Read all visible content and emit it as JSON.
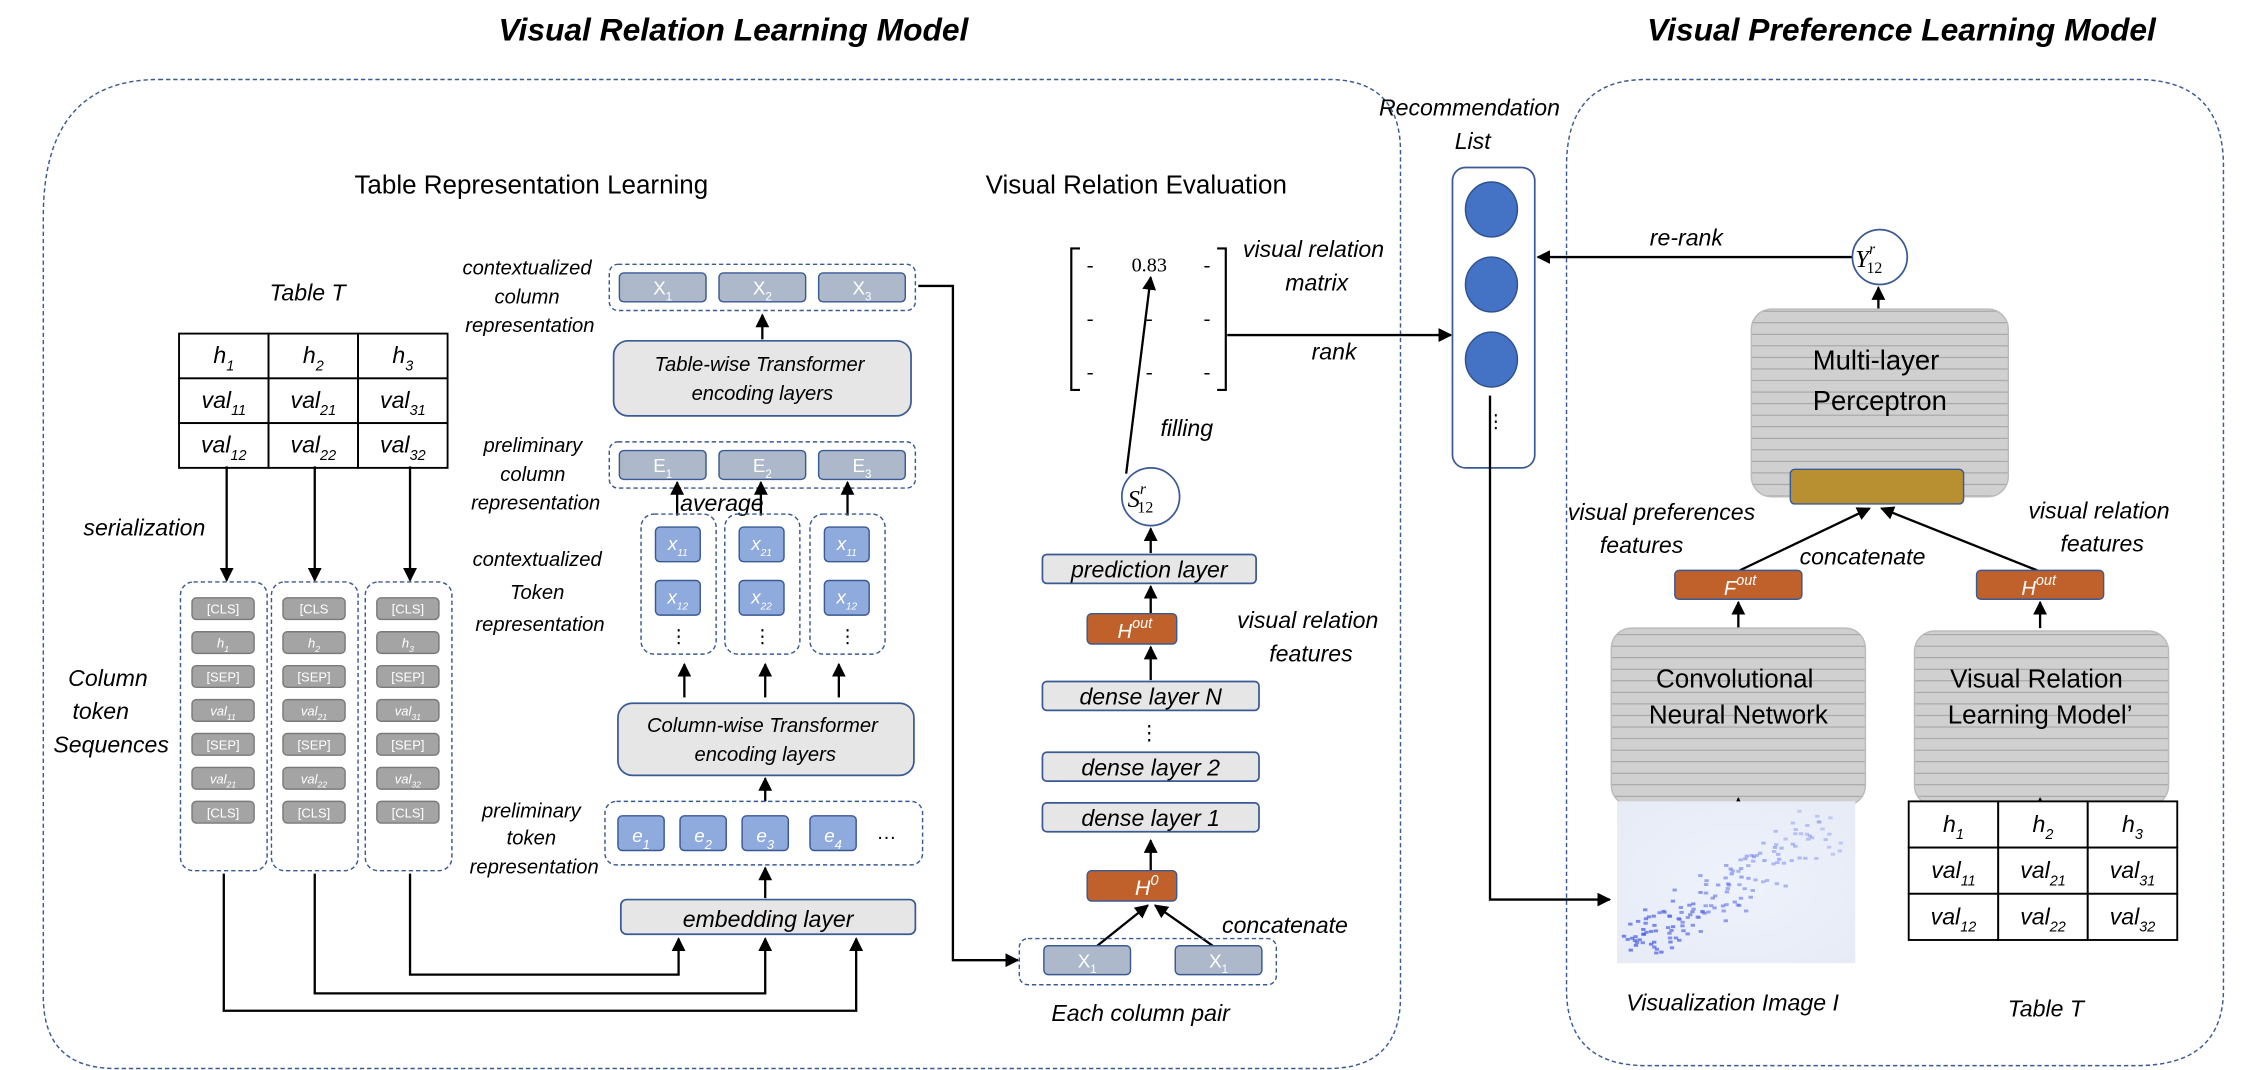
{
  "titles": {
    "left_model": "Visual Relation Learning Model",
    "right_model": "Visual Preference Learning Model"
  },
  "sections": {
    "table_rep": "Table Representation Learning",
    "vre": "Visual Relation Evaluation"
  },
  "left_table": {
    "caption": "Table T",
    "headers": [
      "h",
      "h",
      "h"
    ],
    "header_subs": [
      "1",
      "2",
      "3"
    ],
    "rows": [
      {
        "base": [
          "val",
          "val",
          "val"
        ],
        "subs": [
          "11",
          "21",
          "31"
        ]
      },
      {
        "base": [
          "val",
          "val",
          "val"
        ],
        "subs": [
          "12",
          "22",
          "32"
        ]
      }
    ]
  },
  "labels": {
    "serialization": "serialization",
    "col_token_seq": [
      "Column",
      "token",
      "Sequences"
    ],
    "ctx_col_rep": [
      "contextualized",
      "column",
      "representation"
    ],
    "prelim_col_rep": [
      "preliminary",
      "column",
      "representation"
    ],
    "ctx_token_rep": [
      "contextualized",
      "Token",
      "representation"
    ],
    "prelim_token_rep": [
      "preliminary",
      "token",
      "representation"
    ],
    "average": "average",
    "table_transformer": [
      "Table-wise Transformer",
      "encoding layers"
    ],
    "column_transformer": [
      "Column-wise Transformer",
      "encoding layers"
    ],
    "embedding_layer": "embedding layer",
    "vr_matrix": [
      "visual relation",
      "matrix"
    ],
    "rank": "rank",
    "filling": "filling",
    "prediction_layer": "prediction layer",
    "vr_features": [
      "visual relation",
      "features"
    ],
    "dense_layers": [
      "dense layer N",
      "dense layer 2",
      "dense layer 1"
    ],
    "vertical_ellipsis": "⋮",
    "ellipsis": "…",
    "concatenate": "concatenate",
    "each_column_pair": "Each column pair",
    "rec_list": [
      "Recommendation",
      "List"
    ],
    "re_rank": "re-rank",
    "mlp": [
      "Multi-layer",
      "Perceptron"
    ],
    "vp_features": [
      "visual preferences",
      "features"
    ],
    "vr_features_right": [
      "visual relation",
      "features"
    ],
    "concatenate_right": "concatenate",
    "cnn": [
      "Convolutional",
      "Neural Network"
    ],
    "vrlm_prime": [
      "Visual Relation",
      "Learning Model’"
    ],
    "vis_image": "Visualization Image I",
    "right_table_caption": "Table T"
  },
  "token_columns": [
    [
      {
        "b": "[CLS]",
        "s": ""
      },
      {
        "b": "h",
        "s": "1"
      },
      {
        "b": "[SEP]",
        "s": ""
      },
      {
        "b": "val",
        "s": "11"
      },
      {
        "b": "[SEP]",
        "s": ""
      },
      {
        "b": "val",
        "s": "21"
      },
      {
        "b": "[CLS]",
        "s": ""
      }
    ],
    [
      {
        "b": "[CLS",
        "s": ""
      },
      {
        "b": "h",
        "s": "2"
      },
      {
        "b": "[SEP]",
        "s": ""
      },
      {
        "b": "val",
        "s": "21"
      },
      {
        "b": "[SEP]",
        "s": ""
      },
      {
        "b": "val",
        "s": "22"
      },
      {
        "b": "[CLS]",
        "s": ""
      }
    ],
    [
      {
        "b": "[CLS]",
        "s": ""
      },
      {
        "b": "h",
        "s": "3"
      },
      {
        "b": "[SEP]",
        "s": ""
      },
      {
        "b": "val",
        "s": "31"
      },
      {
        "b": "[SEP]",
        "s": ""
      },
      {
        "b": "val",
        "s": "32"
      },
      {
        "b": "[CLS]",
        "s": ""
      }
    ]
  ],
  "ctx_columns": [
    {
      "b": "X",
      "s": "1"
    },
    {
      "b": "X",
      "s": "2"
    },
    {
      "b": "X",
      "s": "3"
    }
  ],
  "prelim_columns": [
    {
      "b": "E",
      "s": "1"
    },
    {
      "b": "E",
      "s": "2"
    },
    {
      "b": "E",
      "s": "3"
    }
  ],
  "ctx_tokens": [
    [
      {
        "b": "x",
        "s": "11"
      },
      {
        "b": "x",
        "s": "12"
      }
    ],
    [
      {
        "b": "x",
        "s": "21"
      },
      {
        "b": "x",
        "s": "22"
      }
    ],
    [
      {
        "b": "x",
        "s": "11"
      },
      {
        "b": "x",
        "s": "12"
      }
    ]
  ],
  "prelim_tokens": [
    {
      "b": "e",
      "s": "1"
    },
    {
      "b": "e",
      "s": "2"
    },
    {
      "b": "e",
      "s": "3"
    },
    {
      "b": "e",
      "s": "4"
    }
  ],
  "matrix": {
    "cells": [
      [
        "-",
        "0.83",
        "-"
      ],
      [
        "-",
        "-",
        "-"
      ],
      [
        "-",
        "-",
        "-"
      ]
    ]
  },
  "score_node": {
    "base": "S",
    "sup": "r",
    "sub": "12"
  },
  "rerank_node": {
    "base": "Y",
    "sup": "r",
    "sub": "12"
  },
  "h_out": {
    "base": "H",
    "sup": "out"
  },
  "h_zero": {
    "base": "H",
    "sup": "0"
  },
  "f_out": {
    "base": "F",
    "sup": "out"
  },
  "pair": [
    {
      "b": "X",
      "s": "1"
    },
    {
      "b": "X",
      "s": "1"
    }
  ],
  "rec_items": 3,
  "colors": {
    "accent_blue": "#4472c4",
    "orange": "#c0602a",
    "gold": "#b89032",
    "border_blue": "#3a5a94"
  }
}
